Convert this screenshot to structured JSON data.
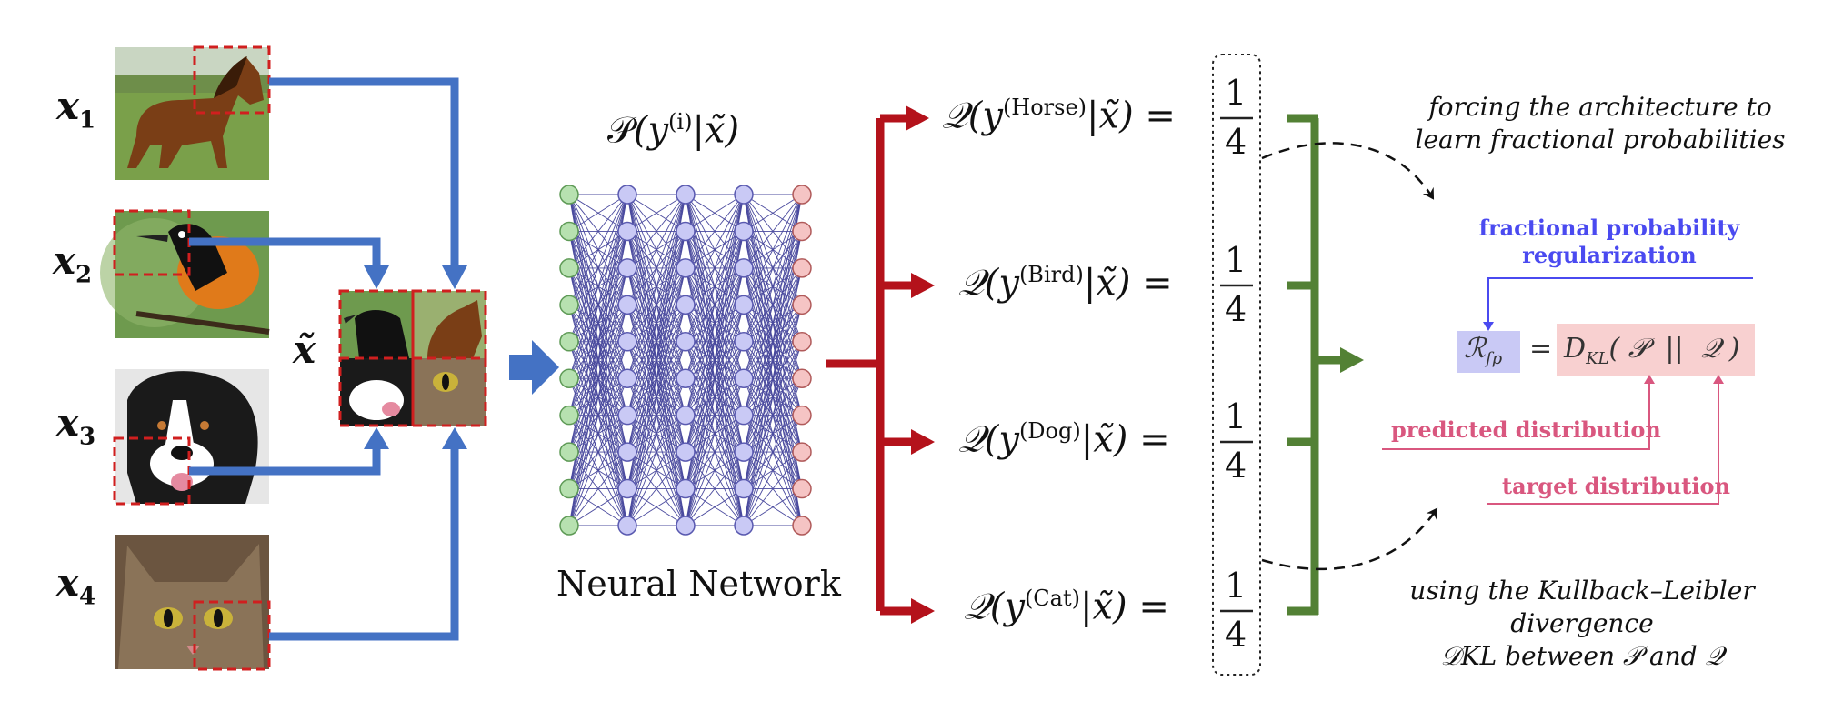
{
  "inputs": [
    {
      "label": "x",
      "sub": "1",
      "subject": "horse"
    },
    {
      "label": "x",
      "sub": "2",
      "subject": "bird"
    },
    {
      "label": "x",
      "sub": "3",
      "subject": "dog"
    },
    {
      "label": "x",
      "sub": "4",
      "subject": "cat"
    }
  ],
  "mixed_label": "x̃",
  "network": {
    "title_P": "𝒫",
    "title_arg": "(y",
    "title_sup": "(i)",
    "title_tail": "|x̃)",
    "caption": "Neural Network"
  },
  "outputs": [
    {
      "Q": "𝒬(y",
      "sup": "(Horse)",
      "tail": "|x̃) =",
      "num": "1",
      "den": "4"
    },
    {
      "Q": "𝒬(y",
      "sup": "(Bird)",
      "tail": "|x̃) =",
      "num": "1",
      "den": "4"
    },
    {
      "Q": "𝒬(y",
      "sup": "(Dog)",
      "tail": "|x̃) =",
      "num": "1",
      "den": "4"
    },
    {
      "Q": "𝒬(y",
      "sup": "(Cat)",
      "tail": "|x̃) =",
      "num": "1",
      "den": "4"
    }
  ],
  "notes": {
    "top_line1": "forcing the architecture to",
    "top_line2": "learn fractional probabilities",
    "bottom_line1": "using the Kullback–Leibler divergence",
    "bottom_line2": "𝒟KL between 𝒫 and 𝒬"
  },
  "equation": {
    "reg_label_line1": "fractional probability",
    "reg_label_line2": "regularization",
    "lhs": "ℛ",
    "lhs_sub": "fp",
    "equals": "=",
    "rhs": "D",
    "rhs_sub": "KL",
    "rhs_args": "( 𝒫  ||  𝒬 )",
    "predicted": "predicted distribution",
    "target": "target distribution"
  },
  "colors": {
    "blue_arrow": "#4472c4",
    "red_arrow": "#b4121b",
    "green_arrow": "#538135",
    "dashed_box": "#d01f1f",
    "reg_blue": "#4a4af0",
    "pink": "#d9577f",
    "pink_box": "#f8d0d0",
    "blue_box": "#c9c9f5"
  }
}
